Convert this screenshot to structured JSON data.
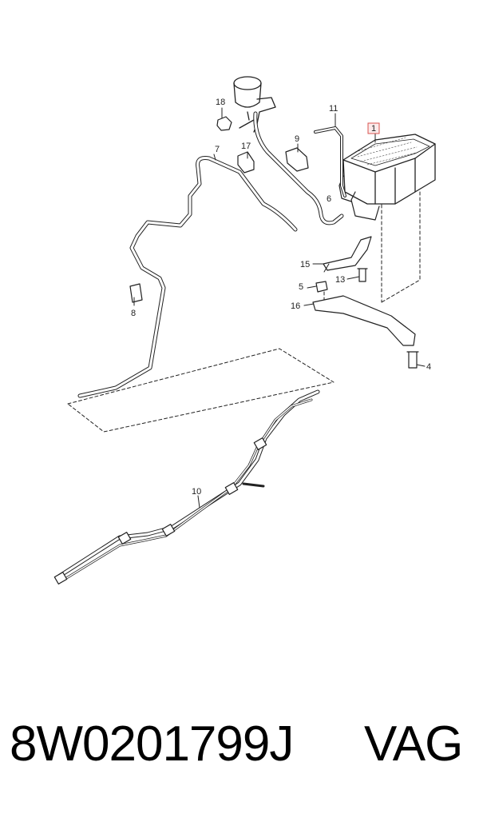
{
  "diagram": {
    "callouts": {
      "c1": "1",
      "c4": "4",
      "c5": "5",
      "c6": "6",
      "c7": "7",
      "c8": "8",
      "c9": "9",
      "c10": "10",
      "c11": "11",
      "c13": "13",
      "c15": "15",
      "c16": "16",
      "c17": "17",
      "c18": "18"
    },
    "highlight_color": "#d9534f"
  },
  "footer": {
    "part_number": "8W0201799J",
    "brand": "VAG"
  }
}
